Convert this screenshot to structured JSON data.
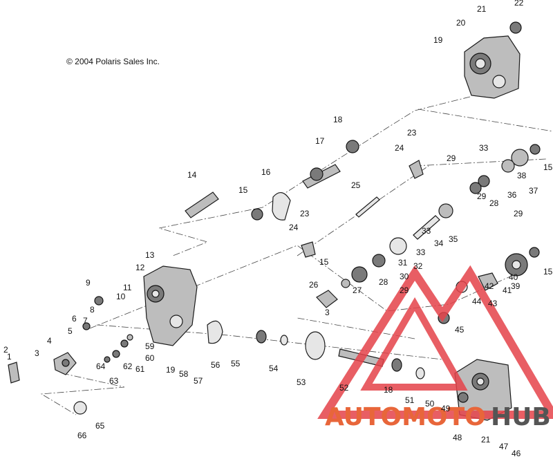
{
  "copyright": "© 2004 Polaris Sales Inc.",
  "watermark": {
    "text_left": "AUTOMOTO",
    "text_right": "HUB",
    "color": "#e8663a",
    "triangle_color": "#e5434a"
  },
  "callouts": [
    "1",
    "2",
    "3",
    "4",
    "5",
    "6",
    "7",
    "8",
    "9",
    "10",
    "11",
    "12",
    "13",
    "14",
    "15",
    "16",
    "17",
    "18",
    "19",
    "20",
    "21",
    "22",
    "23",
    "24",
    "25",
    "26",
    "27",
    "28",
    "29",
    "30",
    "31",
    "32",
    "33",
    "34",
    "35",
    "36",
    "37",
    "38",
    "39",
    "40",
    "41",
    "42",
    "43",
    "44",
    "45",
    "46",
    "47",
    "48",
    "49",
    "50",
    "51",
    "52",
    "53",
    "54",
    "55",
    "56",
    "57",
    "58",
    "59",
    "60",
    "61",
    "62",
    "63",
    "64",
    "65",
    "66"
  ]
}
